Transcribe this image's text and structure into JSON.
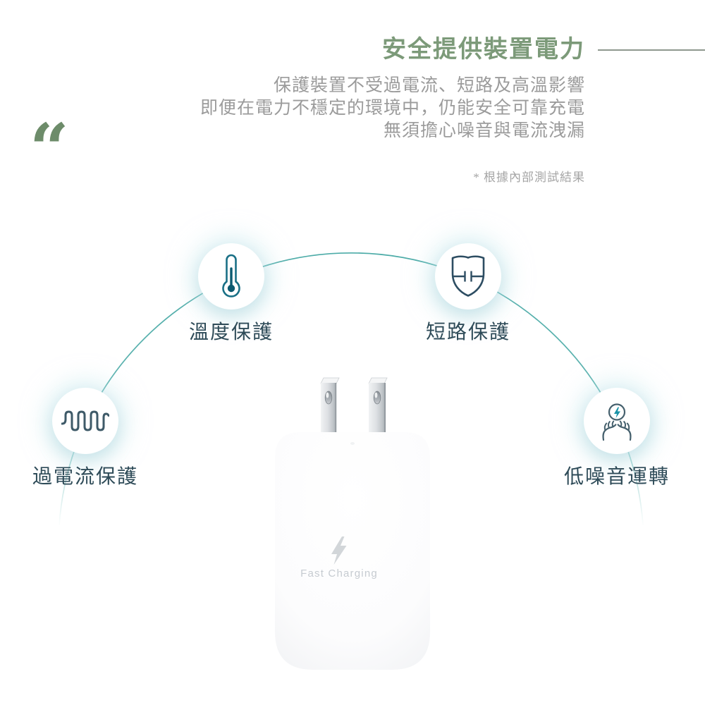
{
  "page": {
    "background": "#ffffff"
  },
  "header": {
    "title": "安全提供裝置電力",
    "description_lines": [
      "保護裝置不受過電流、短路及高溫影響",
      "即便在電力不穩定的環境中，仍能安全可靠充電",
      "無須擔心噪音與電流洩漏"
    ],
    "footnote": "* 根據內部測試結果",
    "quote_mark": "“"
  },
  "features": [
    {
      "id": "temperature",
      "label": "溫度保護",
      "icon": "thermometer-icon"
    },
    {
      "id": "short-circuit",
      "label": "短路保護",
      "icon": "shield-capacitor-icon"
    },
    {
      "id": "overcurrent",
      "label": "過電流保護",
      "icon": "overcurrent-wave-icon"
    },
    {
      "id": "low-noise",
      "label": "低噪音運轉",
      "icon": "hands-energy-icon"
    }
  ],
  "product": {
    "fast_charging_label": "Fast Charging",
    "bolt_icon": "lightning-bolt-icon"
  },
  "colors": {
    "title_green": "#7c9a79",
    "quote_green": "#6d8c6a",
    "body_gray": "#9b9b9b",
    "label_dark_teal": "#2e4b58",
    "arc_teal": "#45a8a5",
    "icon_teal": "#1a7086",
    "icon_slate": "#2d4d62"
  }
}
